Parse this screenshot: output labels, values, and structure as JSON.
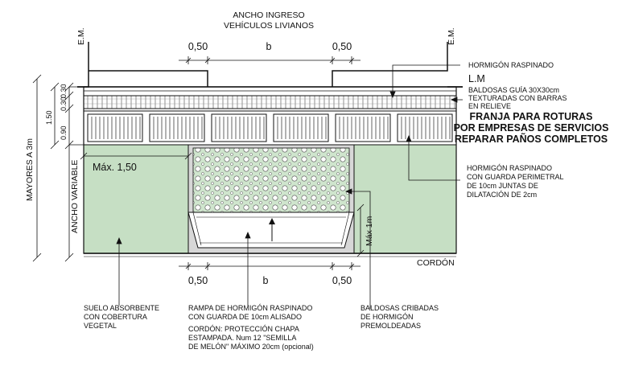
{
  "colors": {
    "vegetation": "#c6dfc4",
    "line": "#111111",
    "grass_lattice": "#cfe5cd"
  },
  "top": {
    "title_line1": "ANCHO INGRESO",
    "title_line2": "VEHÍCULOS LIVIANOS",
    "em_left": "E.M.",
    "em_right": "E.M.",
    "dim_left": "0,50",
    "dim_center": "b",
    "dim_right": "0,50",
    "lm": "L.M"
  },
  "left": {
    "mayores": "MAYORES A 3m",
    "ancho_variable": "ANCHO VARIABLE",
    "d_030_a": "0.30",
    "d_030_b": "0.30",
    "d_090": "0.90",
    "d_150": "1.50"
  },
  "annotations": {
    "hormigon_raspinado": "HORMIGÓN RASPINADO",
    "baldosas_guia_1": "BALDOSAS GUÍA 30X30cm",
    "baldosas_guia_2": "TEXTURADAS CON BARRAS",
    "baldosas_guia_3": "EN RELIEVE",
    "franja_1": "FRANJA PARA ROTURAS",
    "franja_2": "POR EMPRESAS DE SERVICIOS",
    "franja_3": "REPARAR PAÑOS COMPLETOS",
    "hg_perimetral_1": "HORMIGÓN RASPINADO",
    "hg_perimetral_2": "CON GUARDA PERIMETRAL",
    "hg_perimetral_3": "DE 10cm JUNTAS DE",
    "hg_perimetral_4": "DILATACIÓN DE 2cm",
    "max_150": "Máx. 1,50",
    "max_1m": "Máx 1m",
    "cordon": "CORDÓN"
  },
  "bottom": {
    "dim_left": "0,50",
    "dim_center": "b",
    "dim_right": "0,50",
    "suelo_1": "SUELO ABSORBENTE",
    "suelo_2": "CON COBERTURA",
    "suelo_3": "VEGETAL",
    "rampa_1": "RAMPA DE HORMIGÓN RASPINADO",
    "rampa_2": "CON GUARDA DE 10cm ALISADO",
    "cordon_1": "CORDÓN: PROTECCIÓN CHAPA",
    "cordon_2": "ESTAMPADA. Num 12 \"SEMILLA",
    "cordon_3": "DE MELÓN\" MÁXIMO 20cm (opcional)",
    "baldosas_cribadas_1": "BALDOSAS CRIBADAS",
    "baldosas_cribadas_2": "DE HORMIGÓN",
    "baldosas_cribadas_3": "PREMOLDEADAS"
  }
}
